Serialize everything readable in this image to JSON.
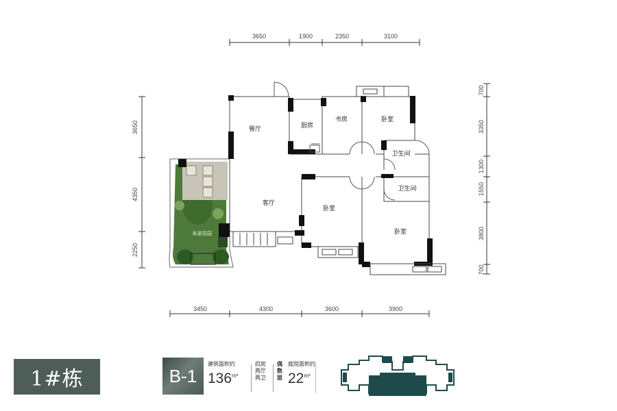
{
  "dimensions": {
    "top": [
      "3650",
      "1900",
      "2350",
      "3100"
    ],
    "bottom": [
      "3450",
      "4300",
      "3600",
      "3900"
    ],
    "left": [
      "3650",
      "4350",
      "2250"
    ],
    "right": [
      "700",
      "3350",
      "1300",
      "1550",
      "3800",
      "700"
    ]
  },
  "rooms": {
    "dining": "餐厅",
    "kitchen": "厨房",
    "study": "书房",
    "bedroom_top": "卧室",
    "bath_1": "卫生间",
    "bath_2": "卫生间",
    "living": "客厅",
    "bedroom_mid": "卧室",
    "bedroom_right": "卧室",
    "garden": "私家花园"
  },
  "building": {
    "label": "1#栋"
  },
  "unit": {
    "type": "B-1",
    "area_label": "建筑面积约",
    "area_value": "136",
    "area_unit": "m²",
    "layout_line1": "四房",
    "layout_line2": "两厅",
    "layout_line3": "两卫",
    "floor_label_1": "偶",
    "floor_label_2": "数",
    "floor_label_3": "层",
    "garden_label": "庭院面积约",
    "garden_value": "22",
    "garden_unit": "m²"
  },
  "colors": {
    "wall": "#111111",
    "accent": "#1f4a4a",
    "tag_bg": "#4e5d58",
    "garden": "#4d7a3a"
  }
}
